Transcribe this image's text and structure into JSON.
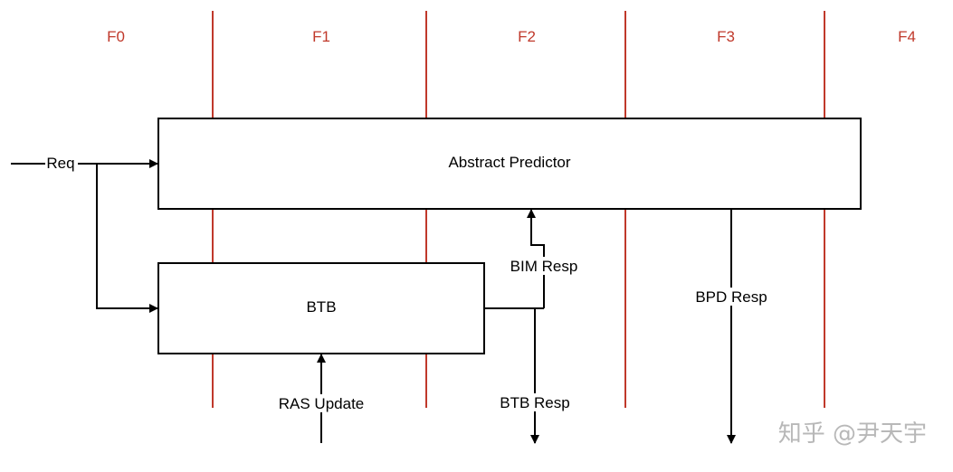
{
  "stages": [
    "F0",
    "F1",
    "F2",
    "F3",
    "F4"
  ],
  "boxes": {
    "abstract_predictor": "Abstract Predictor",
    "btb": "BTB"
  },
  "signals": {
    "req": "Req",
    "bim_resp": "BIM Resp",
    "bpd_resp": "BPD Resp",
    "ras_update": "RAS Update",
    "btb_resp": "BTB Resp"
  },
  "watermark": "知乎 @尹天宇",
  "colors": {
    "stage_line": "#c0392b",
    "stage_text": "#c0392b",
    "wire": "#000000"
  }
}
